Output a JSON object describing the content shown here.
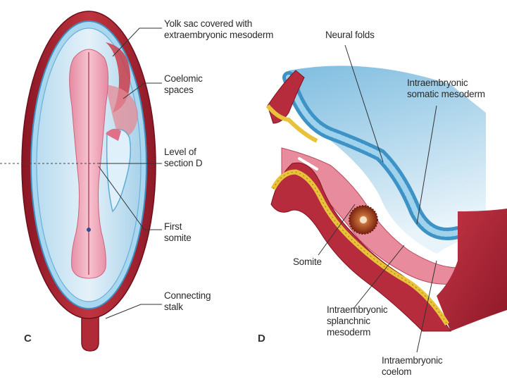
{
  "panel_c": {
    "letter": "C",
    "labels": {
      "yolk_sac": [
        "Yolk sac covered with",
        "extraembryonic mesoderm"
      ],
      "coelomic": [
        "Coelomic",
        "spaces"
      ],
      "level": [
        "Level of",
        "section D"
      ],
      "first_somite": [
        "First",
        "somite"
      ],
      "connecting_stalk": [
        "Connecting",
        "stalk"
      ]
    }
  },
  "panel_d": {
    "letter": "D",
    "labels": {
      "neural_folds": [
        "Neural folds"
      ],
      "somatic": [
        "Intraembryonic",
        "somatic mesoderm"
      ],
      "somite": [
        "Somite"
      ],
      "splanchnic": [
        "Intraembryonic",
        "splanchnic",
        "mesoderm"
      ],
      "coelom": [
        "Intraembryonic",
        "coelom"
      ]
    }
  },
  "colors": {
    "amnion_red": "#a8202e",
    "amnion_light": "#d0505c",
    "cavity_blue": "#5aaed8",
    "cavity_pale": "#cfe6f3",
    "embryo_pink": "#f2a6b8",
    "somite_brown": "#9a3a1a",
    "yolk_yellow": "#e8c23a"
  }
}
